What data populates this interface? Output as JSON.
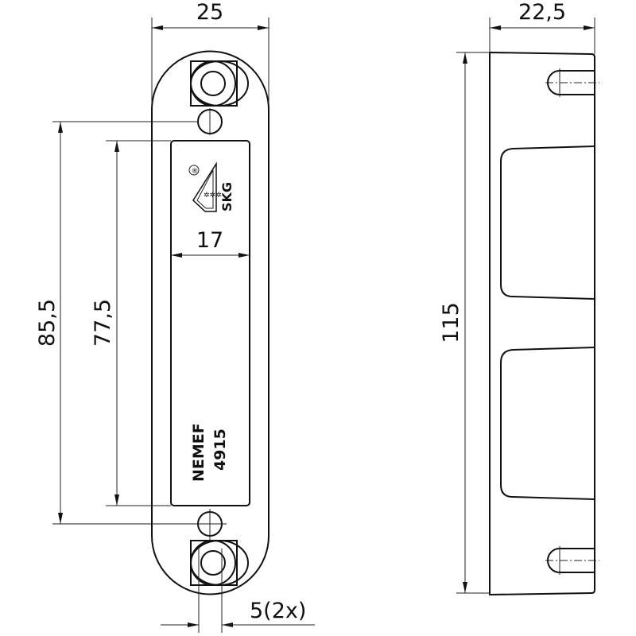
{
  "dimensions": {
    "plate_width": "25",
    "side_depth": "22,5",
    "overall_height": "115",
    "hole_spacing": "85,5",
    "label_height": "77,5",
    "label_width": "17",
    "hole_diameter": "5(2x)"
  },
  "label": {
    "brand": "NEMEF",
    "model": "4915",
    "certification": "SKG",
    "registered_mark": "®"
  }
}
